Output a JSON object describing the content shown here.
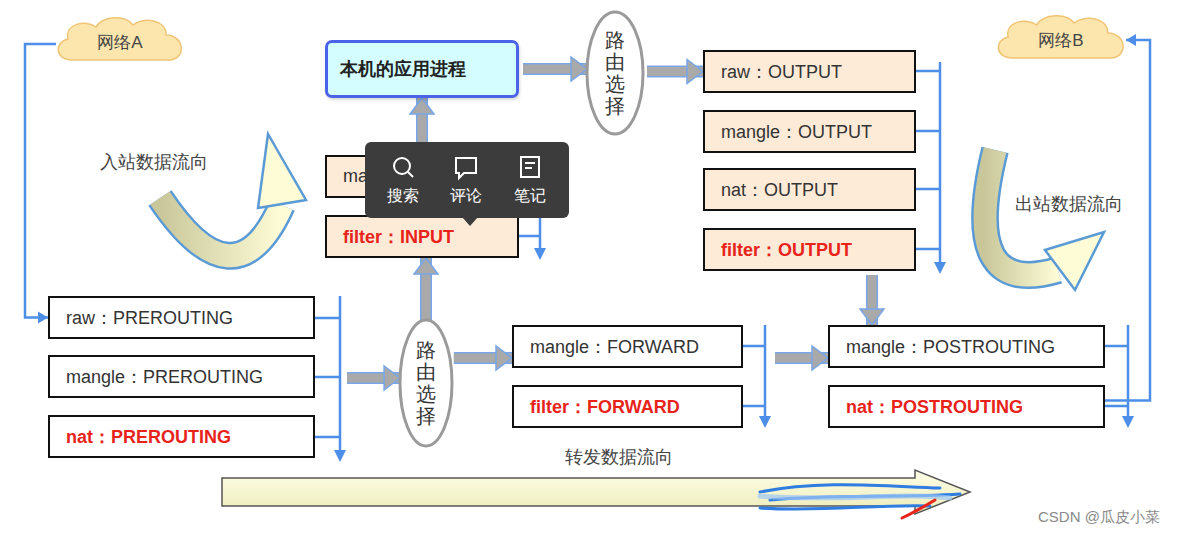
{
  "diagram": {
    "nodes": [
      {
        "text": [
          "网络A"
        ]
      },
      {
        "text": [
          "本机的应用进程"
        ]
      },
      {
        "text": [
          "路由选择"
        ]
      },
      {
        "text": [
          "网络B"
        ]
      },
      {
        "text": [
          "raw：OUTPUT"
        ]
      },
      {
        "text": [
          "mangle：OUTPUT"
        ]
      },
      {
        "text": [
          "ma"
        ]
      },
      {
        "text": [
          "搜索",
          "评论",
          "笔记"
        ]
      },
      {
        "text": [
          "nat：OUTPUT"
        ]
      },
      {
        "text": [
          "filter：INPUT"
        ]
      },
      {
        "text": [
          "filter：OUTPUT"
        ]
      },
      {
        "text": [
          "raw：PREROUTING"
        ]
      },
      {
        "text": [
          "mangle：PREROUTING"
        ]
      },
      {
        "text": [
          "路由选择"
        ]
      },
      {
        "text": [
          "mangle：FORWARD"
        ]
      },
      {
        "text": [
          "mangle：POSTROUTING"
        ]
      },
      {
        "text": [
          "nat：PREROUTING"
        ]
      },
      {
        "text": [
          "filter：FORWARD"
        ]
      },
      {
        "text": [
          "nat：POSTROUTING"
        ]
      }
    ],
    "edges": [
      {
        "from": 0,
        "to": 11,
        "arrow": "to"
      },
      {
        "from": 12,
        "to": 13,
        "arrow": "to"
      },
      {
        "from": 13,
        "to": 9,
        "arrow": "to"
      },
      {
        "from": 13,
        "to": 14,
        "arrow": "to"
      },
      {
        "from": 14,
        "to": 15,
        "arrow": "to"
      },
      {
        "from": 6,
        "to": 1,
        "arrow": "to"
      },
      {
        "from": 1,
        "to": 2,
        "arrow": "to"
      },
      {
        "from": 2,
        "to": 4,
        "arrow": "to"
      },
      {
        "from": 10,
        "to": 15,
        "arrow": "to"
      },
      {
        "from": 18,
        "to": 3,
        "arrow": "to"
      }
    ],
    "labels": [
      "入站数据流向",
      "出站数据流向",
      "转发数据流向",
      "CSDN @瓜皮小菜"
    ]
  }
}
